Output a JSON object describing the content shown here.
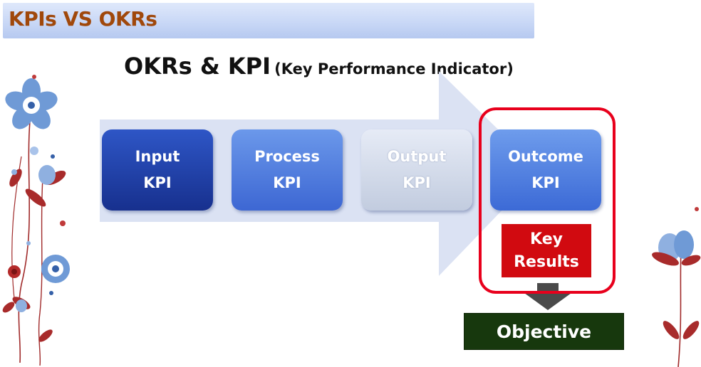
{
  "header": {
    "title": "KPIs VS OKRs"
  },
  "subtitle": {
    "main": "OKRs & KPI",
    "paren": "(Key Performance Indicator)"
  },
  "stages": [
    {
      "line1": "Input",
      "line2": "KPI"
    },
    {
      "line1": "Process",
      "line2": "KPI"
    },
    {
      "line1": "Output",
      "line2": "KPI"
    },
    {
      "line1": "Outcome",
      "line2": "KPI"
    }
  ],
  "key_results": {
    "line1": "Key",
    "line2": "Results"
  },
  "objective": {
    "label": "Objective"
  },
  "colors": {
    "title": "#a0480b",
    "frame": "#e8001c",
    "key_results_bg": "#d10a10",
    "objective_bg": "#17380d",
    "arrow": "#dbe2f3"
  }
}
